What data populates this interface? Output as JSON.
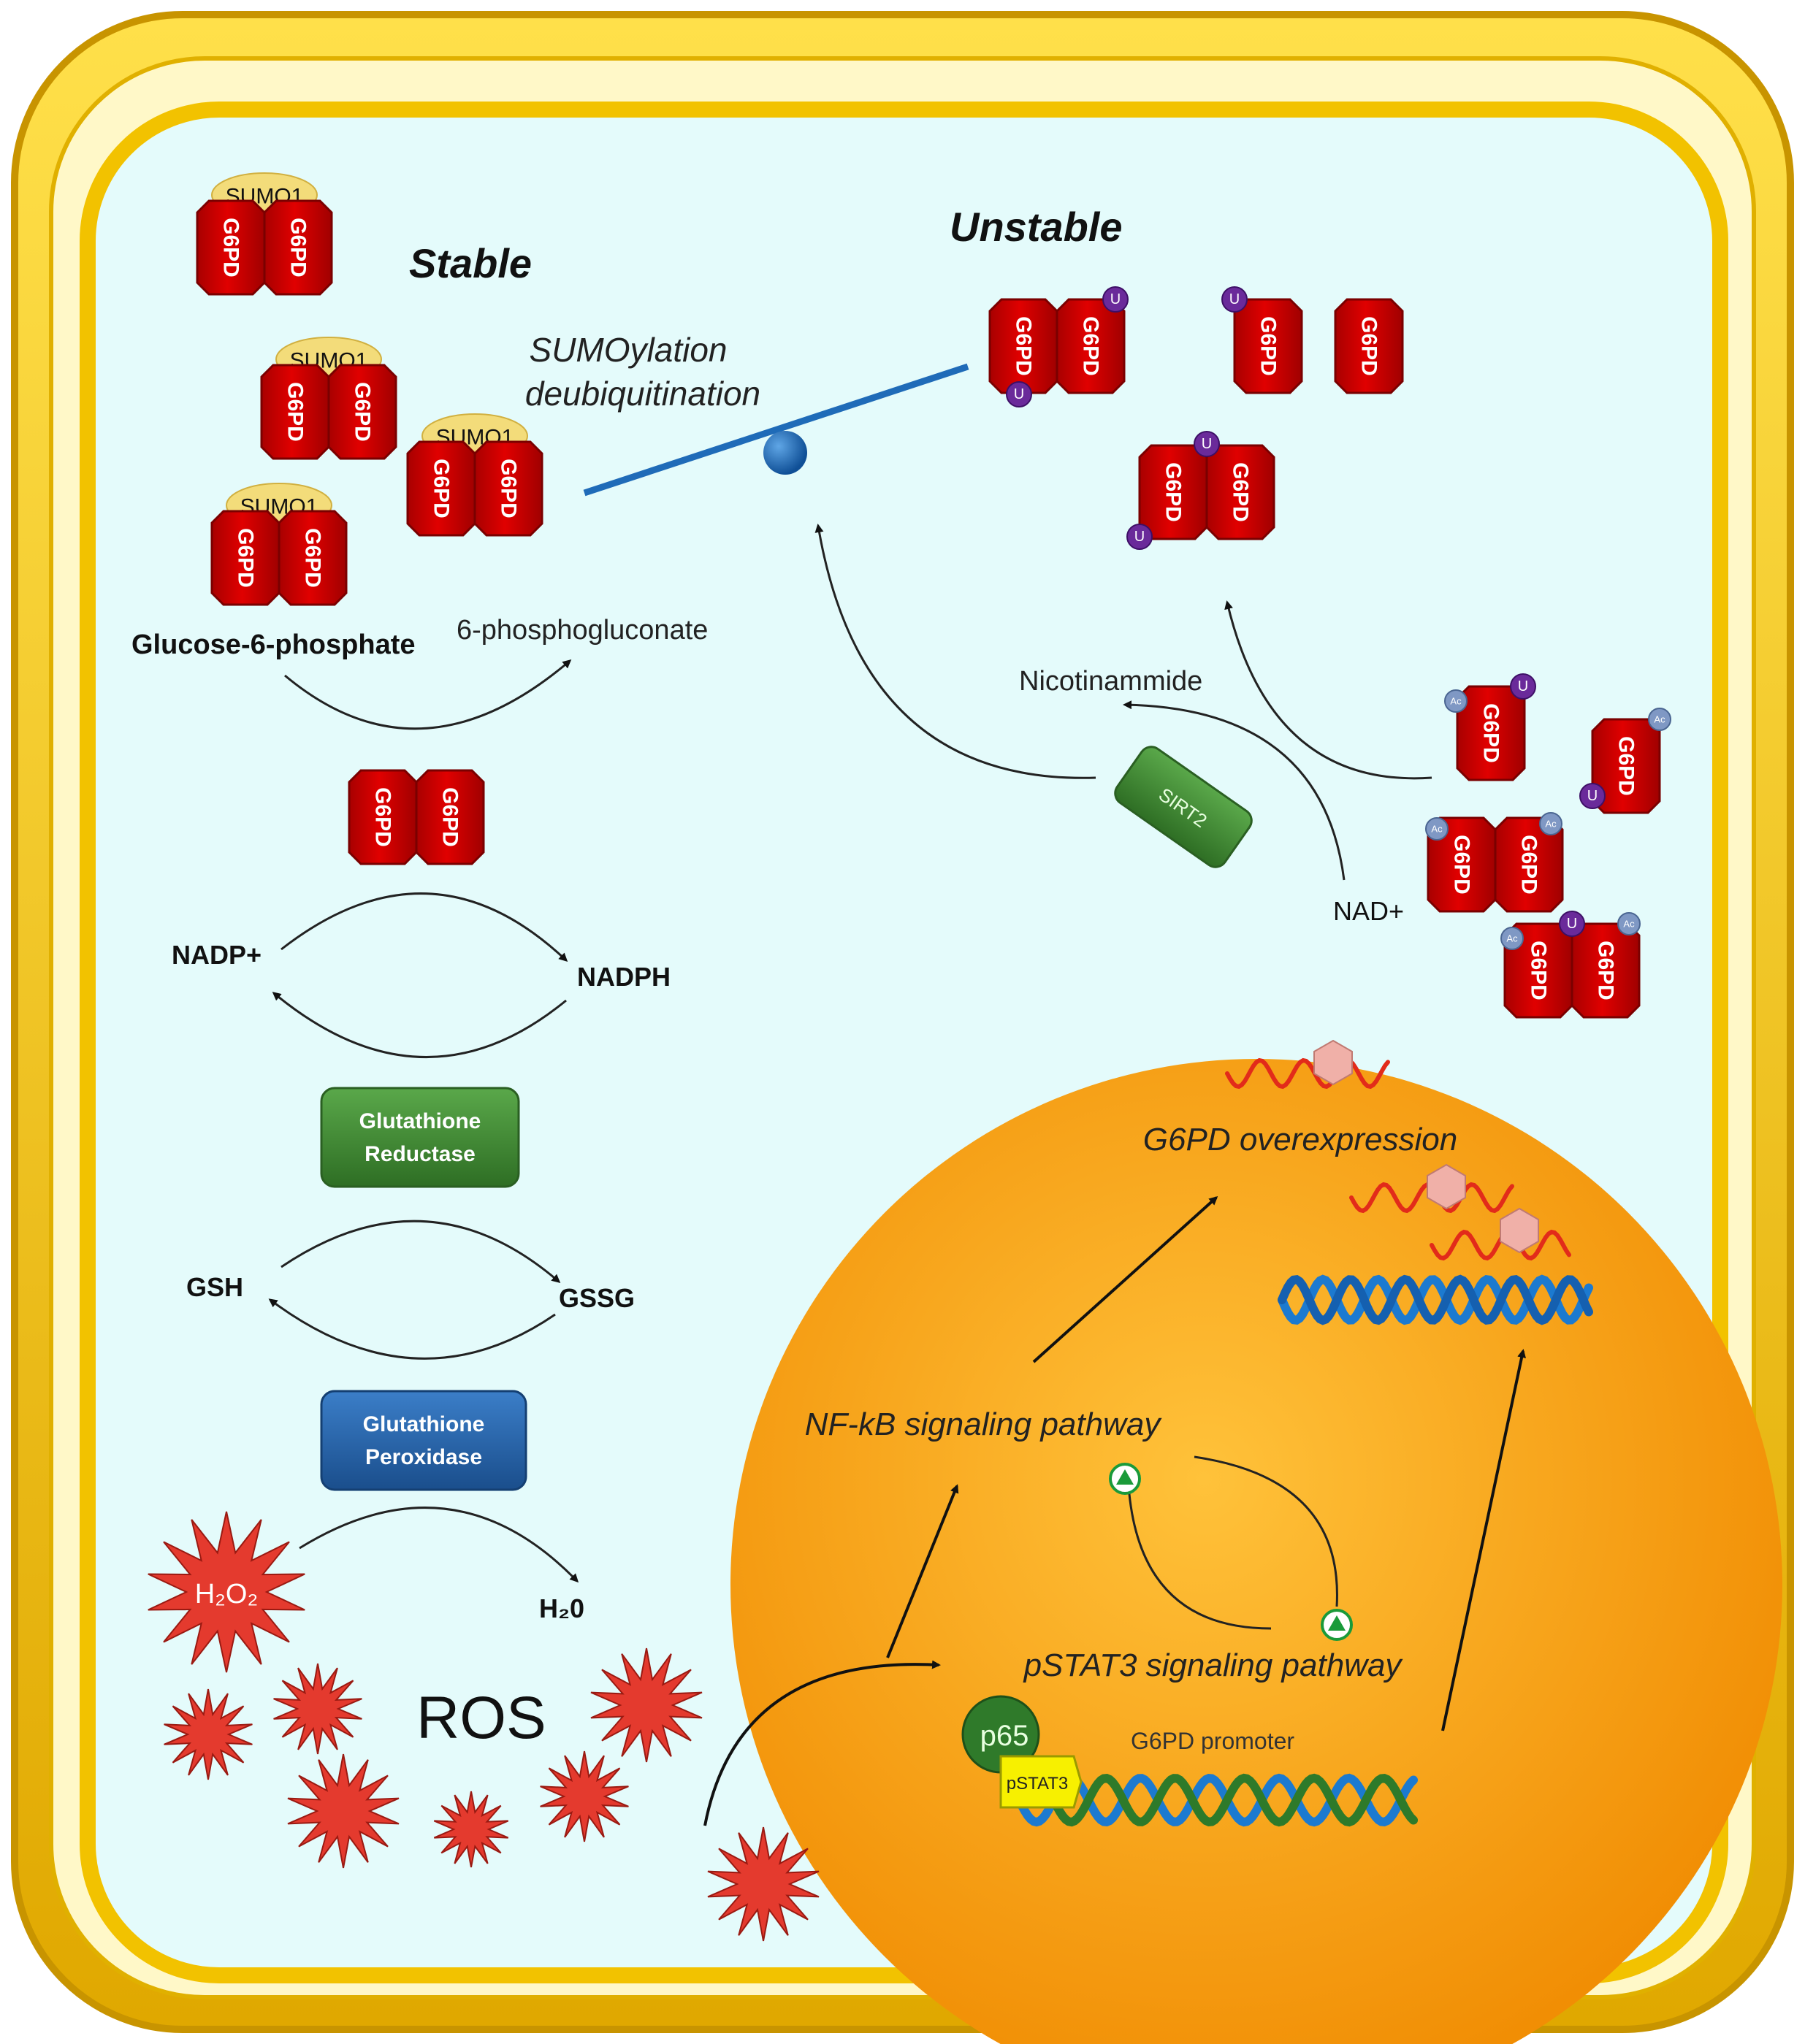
{
  "title": {
    "stable": "Stable",
    "unstable": "Unstable",
    "balance_line1": "SUMOylation",
    "balance_line2": "deubiquitination"
  },
  "protein": {
    "g6pd": "G6PD",
    "sumo": "SUMO1",
    "ubiquitin": "U",
    "acetyl": "Ac"
  },
  "metabolites": {
    "g6p": "Glucose-6-phosphate",
    "pg6": "6-phosphogluconate",
    "nadp": "NADP+",
    "nadph": "NADPH",
    "gsh": "GSH",
    "gssg": "GSSG",
    "h2o2": "H₂O₂",
    "h2o": "H₂0",
    "nicotinamide": "Nicotinammide",
    "nad": "NAD+",
    "ros": "ROS"
  },
  "enzymes": {
    "sirt2": "SIRT2",
    "gr_line1": "Glutathione",
    "gr_line2": "Reductase",
    "gp_line1": "Glutathione",
    "gp_line2": "Peroxidase"
  },
  "nucleus": {
    "overexpression": "G6PD overexpression",
    "nfkb": "NF-kB signaling pathway",
    "pstat3": "pSTAT3 signaling pathway",
    "promoter": "G6PD promoter",
    "p65": "p65",
    "pstat3_label": "pSTAT3"
  },
  "colors": {
    "membrane": "#f2c200",
    "cytoplasm": "#e4fbfb",
    "g6pd": "#d40000",
    "sumo": "#f3dc7a",
    "ubiquitin": "#6a2a9a",
    "acetyl": "#7f98c4",
    "nucleus": "#f7a000",
    "ros": "#e43a2e",
    "glutathione_reductase": "#3f8a32",
    "glutathione_peroxidase": "#2461a8",
    "dna": "#1c7ad0"
  }
}
